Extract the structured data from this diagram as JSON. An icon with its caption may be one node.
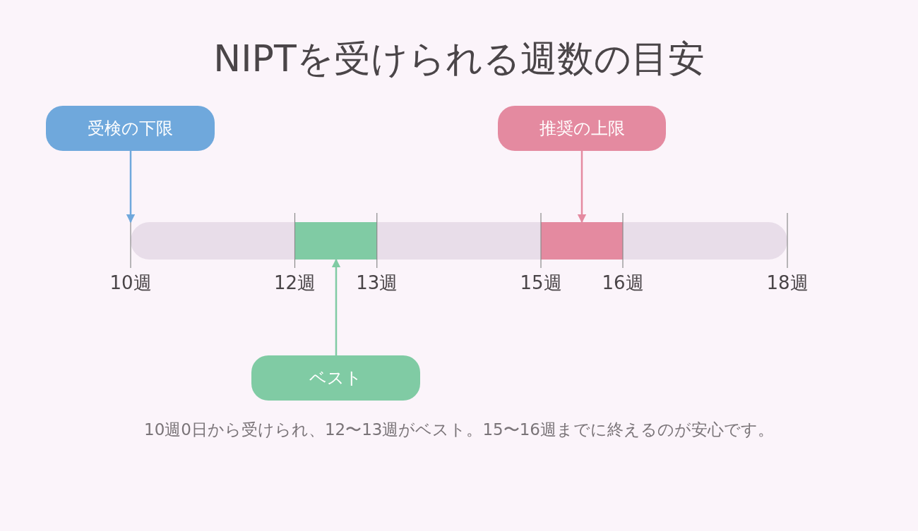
{
  "diagram": {
    "title": "NIPTを受けられる週数の目安",
    "nodes": [
      {
        "text": [
          "受検の下限"
        ]
      },
      {
        "text": [
          "推奨の上限"
        ]
      },
      {
        "text": [],
        "shape": "bar"
      },
      {
        "text": [],
        "shape": "bar",
        "in": 2
      },
      {
        "text": [],
        "shape": "bar",
        "in": 2
      },
      {
        "text": [
          "ベスト"
        ]
      }
    ],
    "edges": [
      {
        "from": 0,
        "to": 2,
        "arrow": "to",
        "color": "#6fa8dc"
      },
      {
        "from": 1,
        "to": 4,
        "arrow": "to",
        "color": "#e48aa0"
      },
      {
        "from": 5,
        "to": 3,
        "arrow": "to",
        "color": "#80cba4"
      }
    ],
    "labels": [
      "10週",
      "12週",
      "13週",
      "15週",
      "16週",
      "18週"
    ],
    "caption": "10週0日から受けられ、12〜13週がベスト。15〜16週までに終えるのが安心です。"
  }
}
